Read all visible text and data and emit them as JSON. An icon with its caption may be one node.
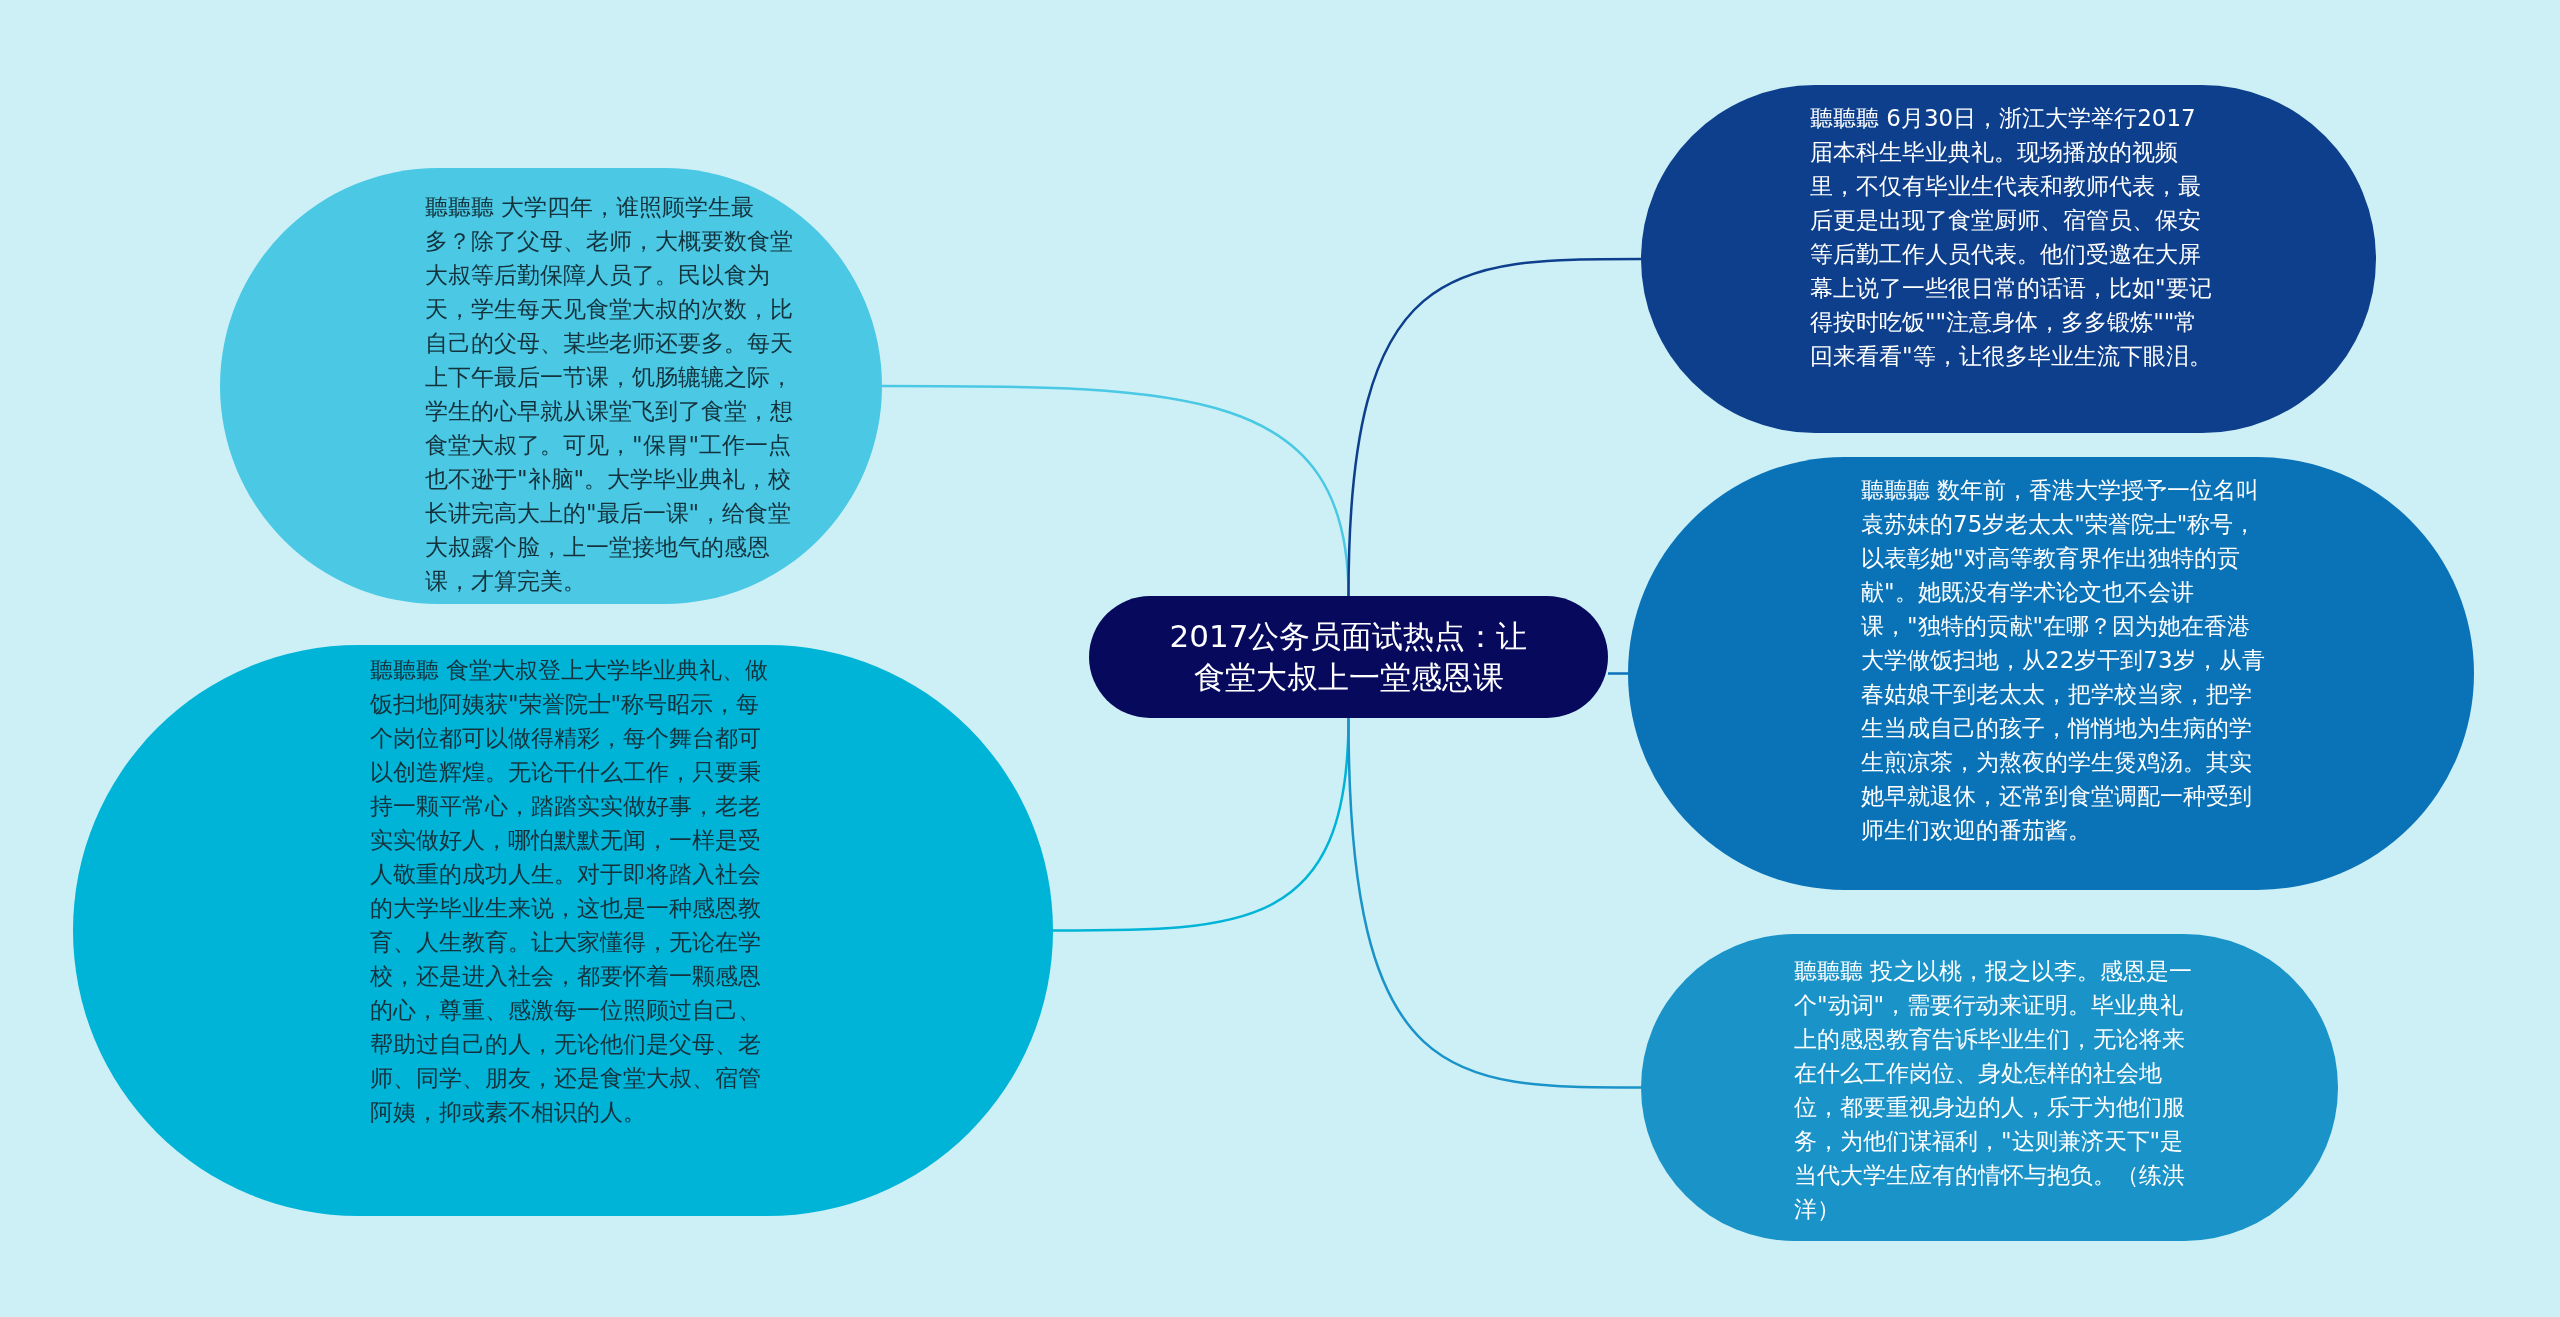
{
  "diagram": {
    "nodes": [
      {
        "text": [
          "2017公务员面试热点：让食堂大叔上一堂感恩课"
        ]
      },
      {
        "text": [
          "聽聽聽 大学四年，谁照顾学生最多？除了父母、老师，大概要数食堂大叔等后勤保障人员了。民以食为天，学生每天见食堂大叔的次数，比自己的父母、某些老师还要多。每天上下午最后一节课，饥肠辘辘之际，学生的心早就从课堂飞到了食堂，想食堂大叔了。可见，\"保胃\"工作一点也不逊于\"补脑\"。大学毕业典礼，校长讲完高大上的\"最后一课\"，给食堂大叔露个脸，上一堂接地气的感恩课，才算完美。"
        ]
      },
      {
        "text": [
          "聽聽聽 食堂大叔登上大学毕业典礼、做饭扫地阿姨获\"荣誉院士\"称号昭示，每个岗位都可以做得精彩，每个舞台都可以创造辉煌。无论干什么工作，只要秉持一颗平常心，踏踏实实做好事，老老实实做好人，哪怕默默无闻，一样是受人敬重的成功人生。对于即将踏入社会的大学毕业生来说，这也是一种感恩教育、人生教育。让大家懂得，无论在学校，还是进入社会，都要怀着一颗感恩的心，尊重、感激每一位照顾过自己、帮助过自己的人，无论他们是父母、老师、同学、朋友，还是食堂大叔、宿管阿姨，抑或素不相识的人。"
        ]
      },
      {
        "text": [
          "聽聽聽 6月30日，浙江大学举行2017届本科生毕业典礼。现场播放的视频里，不仅有毕业生代表和教师代表，最后更是出现了食堂厨师、宿管员、保安等后勤工作人员代表。他们受邀在大屏幕上说了一些很日常的话语，比如\"要记得按时吃饭\"\"注意身体，多多锻炼\"\"常回来看看\"等，让很多毕业生流下眼泪。"
        ]
      },
      {
        "text": [
          "聽聽聽 数年前，香港大学授予一位名叫袁苏妹的75岁老太太\"荣誉院士\"称号，以表彰她\"对高等教育界作出独特的贡献\"。她既没有学术论文也不会讲课，\"独特的贡献\"在哪？因为她在香港大学做饭扫地，从22岁干到73岁，从青春姑娘干到老太太，把学校当家，把学生当成自己的孩子，悄悄地为生病的学生煎凉茶，为熬夜的学生煲鸡汤。其实她早就退休，还常到食堂调配一种受到师生们欢迎的番茄酱。"
        ]
      },
      {
        "text": [
          "聽聽聽 投之以桃，报之以李。感恩是一个\"动词\"，需要行动来证明。毕业典礼上的感恩教育告诉毕业生们，无论将来在什么工作岗位、身处怎样的社会地位，都要重视身边的人，乐于为他们服务，为他们谋福利，\"达则兼济天下\"是当代大学生应有的情怀与抱负。（练洪洋）"
        ]
      }
    ],
    "edges": [
      {
        "from": 0,
        "to": 1,
        "arrow": "none",
        "color": "#4ac8e4"
      },
      {
        "from": 0,
        "to": 2,
        "arrow": "none",
        "color": "#00b4d8"
      },
      {
        "from": 0,
        "to": 3,
        "arrow": "none",
        "color": "#0d3f8c"
      },
      {
        "from": 0,
        "to": 4,
        "arrow": "none",
        "color": "#0a73b8"
      },
      {
        "from": 0,
        "to": 5,
        "arrow": "none",
        "color": "#1a93c8"
      }
    ]
  }
}
